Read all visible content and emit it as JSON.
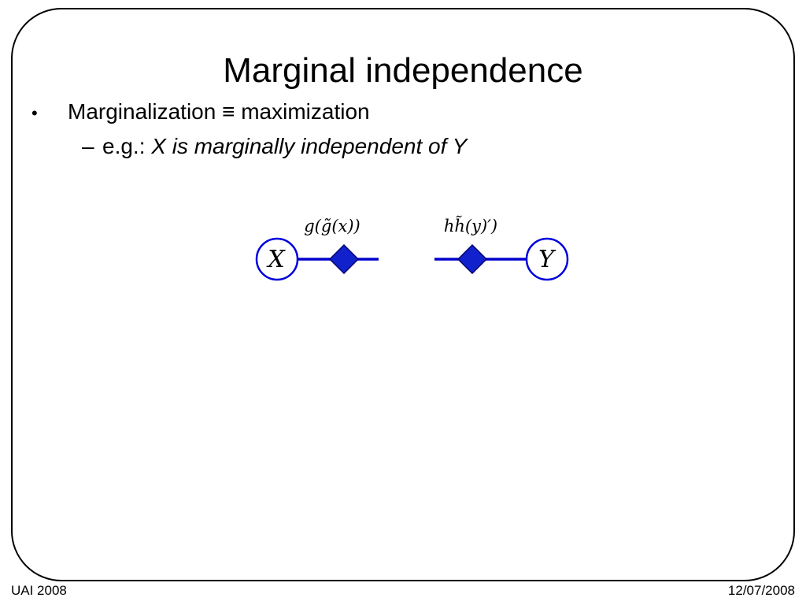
{
  "slide": {
    "title": "Marginal independence",
    "bullets": {
      "bullet_glyph": "•",
      "main": "Marginalization ≡ maximization",
      "sub_dash": "–",
      "sub_prefix": "e.g.: ",
      "sub_italic": "X is marginally independent of Y"
    },
    "footer": {
      "left": "UAI 2008",
      "right": "12/07/2008"
    }
  },
  "diagram": {
    "x_label": "X",
    "y_label": "Y",
    "left_factor_label": "g(g̃(x))",
    "right_factor_label": "hh̃(y)′)"
  },
  "colors": {
    "node_stroke": "#0000dd",
    "edge": "#0000cc",
    "factor_fill": "#1122cc",
    "factor_stroke": "#000077"
  }
}
